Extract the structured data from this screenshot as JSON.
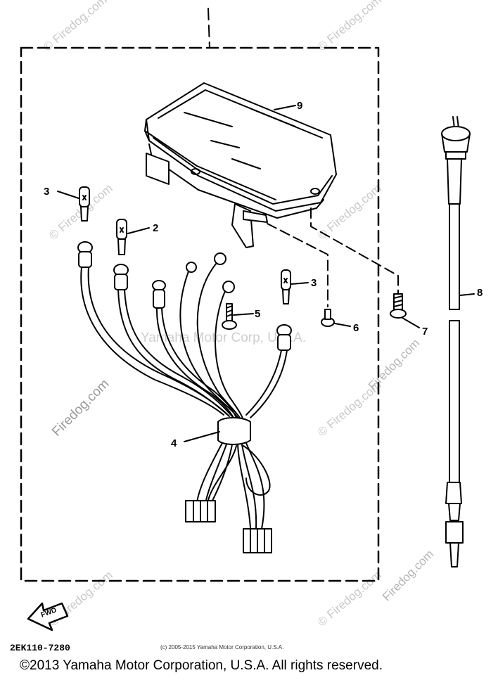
{
  "diagram": {
    "callouts": [
      {
        "id": "c1",
        "label": "9"
      },
      {
        "id": "c2",
        "label": "3"
      },
      {
        "id": "c3",
        "label": "2"
      },
      {
        "id": "c4",
        "label": "3"
      },
      {
        "id": "c5",
        "label": "5"
      },
      {
        "id": "c6",
        "label": "6"
      },
      {
        "id": "c7",
        "label": "7"
      },
      {
        "id": "c8",
        "label": "8"
      },
      {
        "id": "c9",
        "label": "4"
      }
    ],
    "fwd_label": "FWD",
    "part_number": "2EK110-7280",
    "small_copyright": "(c) 2005-2015 Yamaha Motor Corporation, U.S.A.",
    "footer": "©2013 Yamaha Motor Corporation, U.S.A. All rights reserved.",
    "watermark_center": "Yamaha Motor Corp, U.S.A.",
    "watermark_site": "© Firedog.com",
    "watermark_site_plain": "Firedog.com"
  }
}
